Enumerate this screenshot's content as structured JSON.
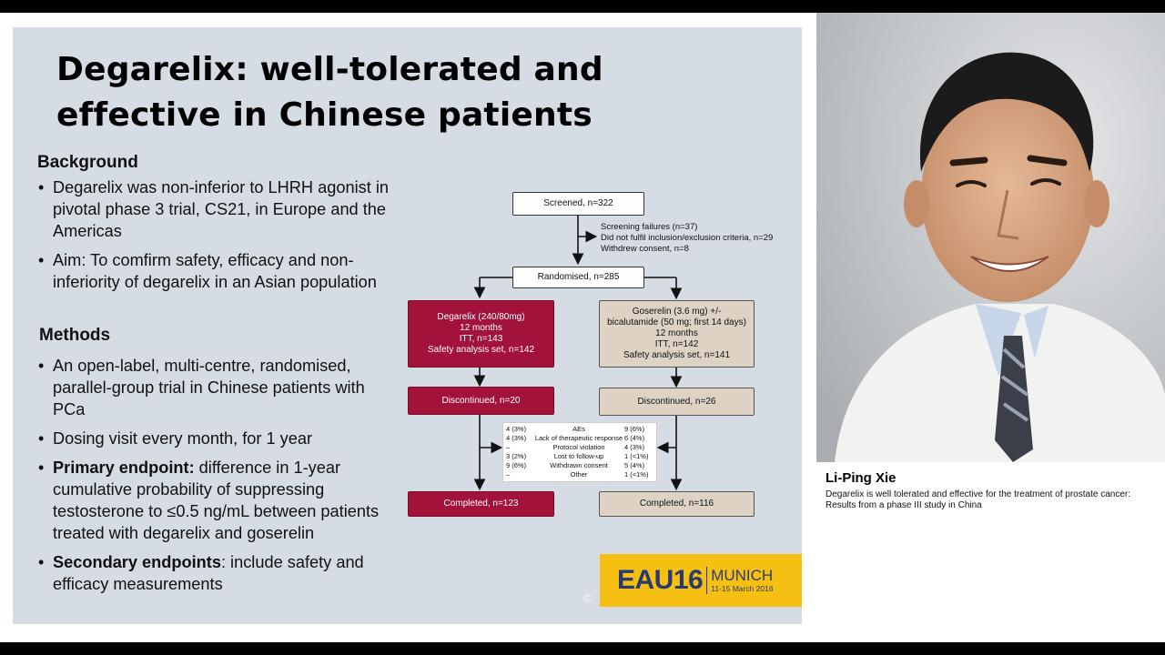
{
  "slide": {
    "title": "Degarelix: well-tolerated and effective in Chinese patients",
    "background_heading": "Background",
    "background_bullets": [
      "Degarelix was non-inferior to LHRH agonist in pivotal phase 3 trial, CS21, in Europe and the Americas",
      "Aim: To comfirm safety, efficacy and non-inferiority of degarelix in an Asian population"
    ],
    "methods_heading": "Methods",
    "methods_bullets": [
      {
        "bold": "",
        "text": "An open-label, multi-centre, randomised, parallel-group trial in Chinese patients with PCa"
      },
      {
        "bold": "",
        "text": "Dosing visit every month, for 1 year"
      },
      {
        "bold": "Primary endpoint:",
        "text": " difference in 1-year cumulative probability of suppressing testosterone to ≤0.5 ng/mL between patients treated with degarelix and goserelin"
      },
      {
        "bold": "Secondary endpoints",
        "text": ": include safety and efficacy measurements"
      }
    ]
  },
  "flow": {
    "screened": "Screened, n=322",
    "exclusions": "Screening failures (n=37)\nDid not fulfil inclusion/exclusion criteria, n=29\nWithdrew consent, n=8",
    "randomised": "Randomised, n=285",
    "degarelix_arm": "Degarelix (240/80mg)\n12 months\nITT, n=143\nSafety analysis set, n=142",
    "goserelin_arm": "Goserelin (3.6 mg) +/-\nbicalutamide (50 mg; first 14 days)\n12 months\nITT, n=142\nSafety analysis set, n=141",
    "degarelix_discontinued": "Discontinued, n=20",
    "goserelin_discontinued": "Discontinued, n=26",
    "degarelix_completed": "Completed, n=123",
    "goserelin_completed": "Completed, n=116",
    "reasons": [
      {
        "left": "4 (3%)",
        "reason": "AEs",
        "right": "9 (6%)"
      },
      {
        "left": "4 (3%)",
        "reason": "Lack of therapeutic response",
        "right": "6 (4%)"
      },
      {
        "left": "–",
        "reason": "Protocol violation",
        "right": "4 (3%)"
      },
      {
        "left": "3 (2%)",
        "reason": "Lost to follow-up",
        "right": "1 (<1%)"
      },
      {
        "left": "9 (6%)",
        "reason": "Withdrawn consent",
        "right": "5 (4%)"
      },
      {
        "left": "–",
        "reason": "Other",
        "right": "1 (<1%)"
      }
    ]
  },
  "logo": {
    "brand": "EAU16",
    "city": "MUNICH",
    "dates": "11-15 March 2016",
    "copyright": "©"
  },
  "speaker": {
    "name": "Li-Ping Xie",
    "talk_title": "Degarelix is well tolerated and effective for the treatment of prostate cancer: Results from a phase III study in China"
  },
  "colors": {
    "degarelix_arm": "#a3123a",
    "goserelin_arm": "#ddd2c4",
    "slide_bg": "#d5dce3",
    "logo_bg": "#f6c012"
  }
}
